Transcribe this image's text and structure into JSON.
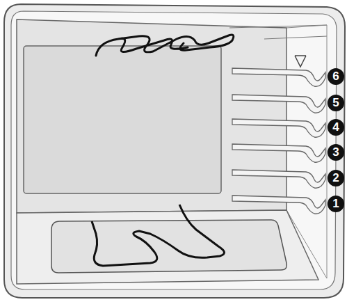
{
  "diagram": {
    "labels": [
      "6",
      "5",
      "4",
      "3",
      "2",
      "1"
    ]
  }
}
